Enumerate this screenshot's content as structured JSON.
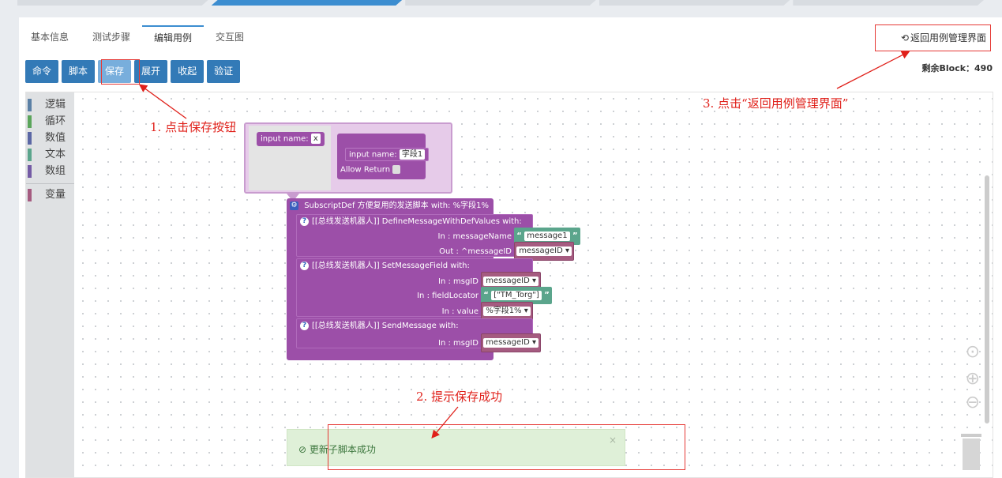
{
  "tabs": [
    "基本信息",
    "测试步骤",
    "编辑用例",
    "交互图"
  ],
  "return_link": "返回用例管理界面",
  "remaining": "剩余Block：490",
  "toolbar": [
    "命令",
    "脚本",
    "保存",
    "展开",
    "收起",
    "验证"
  ],
  "categories": [
    {
      "label": "逻辑",
      "color": "#5b80a5"
    },
    {
      "label": "循环",
      "color": "#5ba55b"
    },
    {
      "label": "数值",
      "color": "#5b67a5"
    },
    {
      "label": "文本",
      "color": "#5ba58c"
    },
    {
      "label": "数组",
      "color": "#745ba5"
    },
    {
      "label": "变量",
      "color": "#a55b80"
    }
  ],
  "mutator": {
    "input_x": "input name:",
    "input_x_val": "x",
    "input_field": "input name:",
    "input_field_val": "字段1",
    "allow_return": "Allow Return"
  },
  "subscript": {
    "header": "SubscriptDef  方便复用的发送脚本  with: %字段1%",
    "define": "[[总线发送机器人]]  DefineMessageWithDefValues  with:",
    "in_message_name": "In : messageName",
    "message1": "message1",
    "out_message_id": "Out : ^messageID",
    "message_id": "messageID",
    "set_field": "[[总线发送机器人]]  SetMessageField  with:",
    "in_msg_id": "In : msgID",
    "in_field_locator": "In : fieldLocator",
    "field_locator_val": "[\"TM_Torg\"]",
    "in_value": "In : value",
    "value_val": "%字段1%",
    "send": "[[总线发送机器人]]  SendMessage  with:",
    "in_msg_id2": "In : msgID"
  },
  "toast": "更新子脚本成功",
  "annotations": {
    "a1": "1. 点击保存按钮",
    "a2": "2. 提示保存成功",
    "a3": "3. 点击“返回用例管理界面”"
  },
  "colors": {
    "primary": "#337ab7",
    "block": "#9c4fa8",
    "annotation": "#e0201a"
  }
}
